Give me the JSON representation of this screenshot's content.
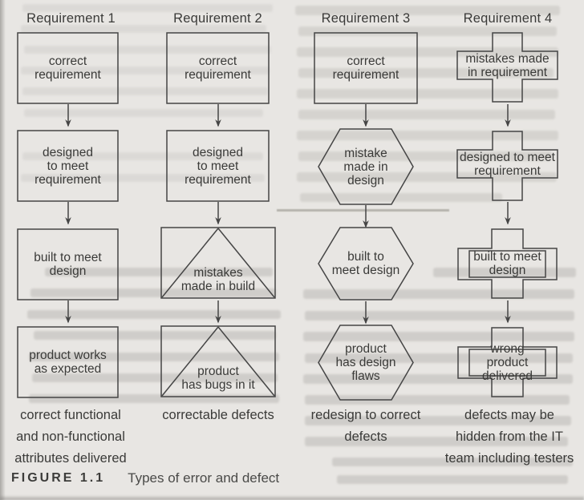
{
  "figure": {
    "label": "FIGURE 1.1",
    "title": "Types of error and defect"
  },
  "columns": [
    {
      "header": "Requirement 1",
      "shapes": [
        {
          "shape": "rectangle",
          "label": "correct\nrequirement"
        },
        {
          "shape": "rectangle",
          "label": "designed\nto meet\nrequirement"
        },
        {
          "shape": "rectangle",
          "label": "built to meet\ndesign"
        },
        {
          "shape": "rectangle",
          "label": "product works\nas expected"
        }
      ],
      "caption": "correct functional\nand non-functional\nattributes delivered"
    },
    {
      "header": "Requirement 2",
      "shapes": [
        {
          "shape": "rectangle",
          "label": "correct\nrequirement"
        },
        {
          "shape": "rectangle",
          "label": "designed\nto meet\nrequirement"
        },
        {
          "shape": "rectangle-with-triangle",
          "label": "mistakes\nmade in build"
        },
        {
          "shape": "rectangle-with-triangle",
          "label": "product\nhas bugs in it"
        }
      ],
      "caption": "correctable defects"
    },
    {
      "header": "Requirement 3",
      "shapes": [
        {
          "shape": "rectangle",
          "label": "correct\nrequirement"
        },
        {
          "shape": "hexagon",
          "label": "mistake\nmade in\ndesign"
        },
        {
          "shape": "hexagon",
          "label": "built to\nmeet design"
        },
        {
          "shape": "hexagon",
          "label": "product\nhas design\nflaws"
        }
      ],
      "caption": "redesign to correct\ndefects"
    },
    {
      "header": "Requirement 4",
      "shapes": [
        {
          "shape": "cross",
          "label": "mistakes made\nin requirement"
        },
        {
          "shape": "cross",
          "label": "designed to meet\nrequirement"
        },
        {
          "shape": "cross-with-rectangle",
          "label": "built to meet\ndesign"
        },
        {
          "shape": "cross-with-rectangle",
          "label": "wrong product\ndelivered"
        }
      ],
      "caption": "defects may be\nhidden from the IT\nteam including testers"
    }
  ],
  "colors": {
    "paper": "#e8e6e3",
    "ink": "#3a3a38",
    "outline": "#454545",
    "bleedthrough": "#c6c4c0"
  }
}
